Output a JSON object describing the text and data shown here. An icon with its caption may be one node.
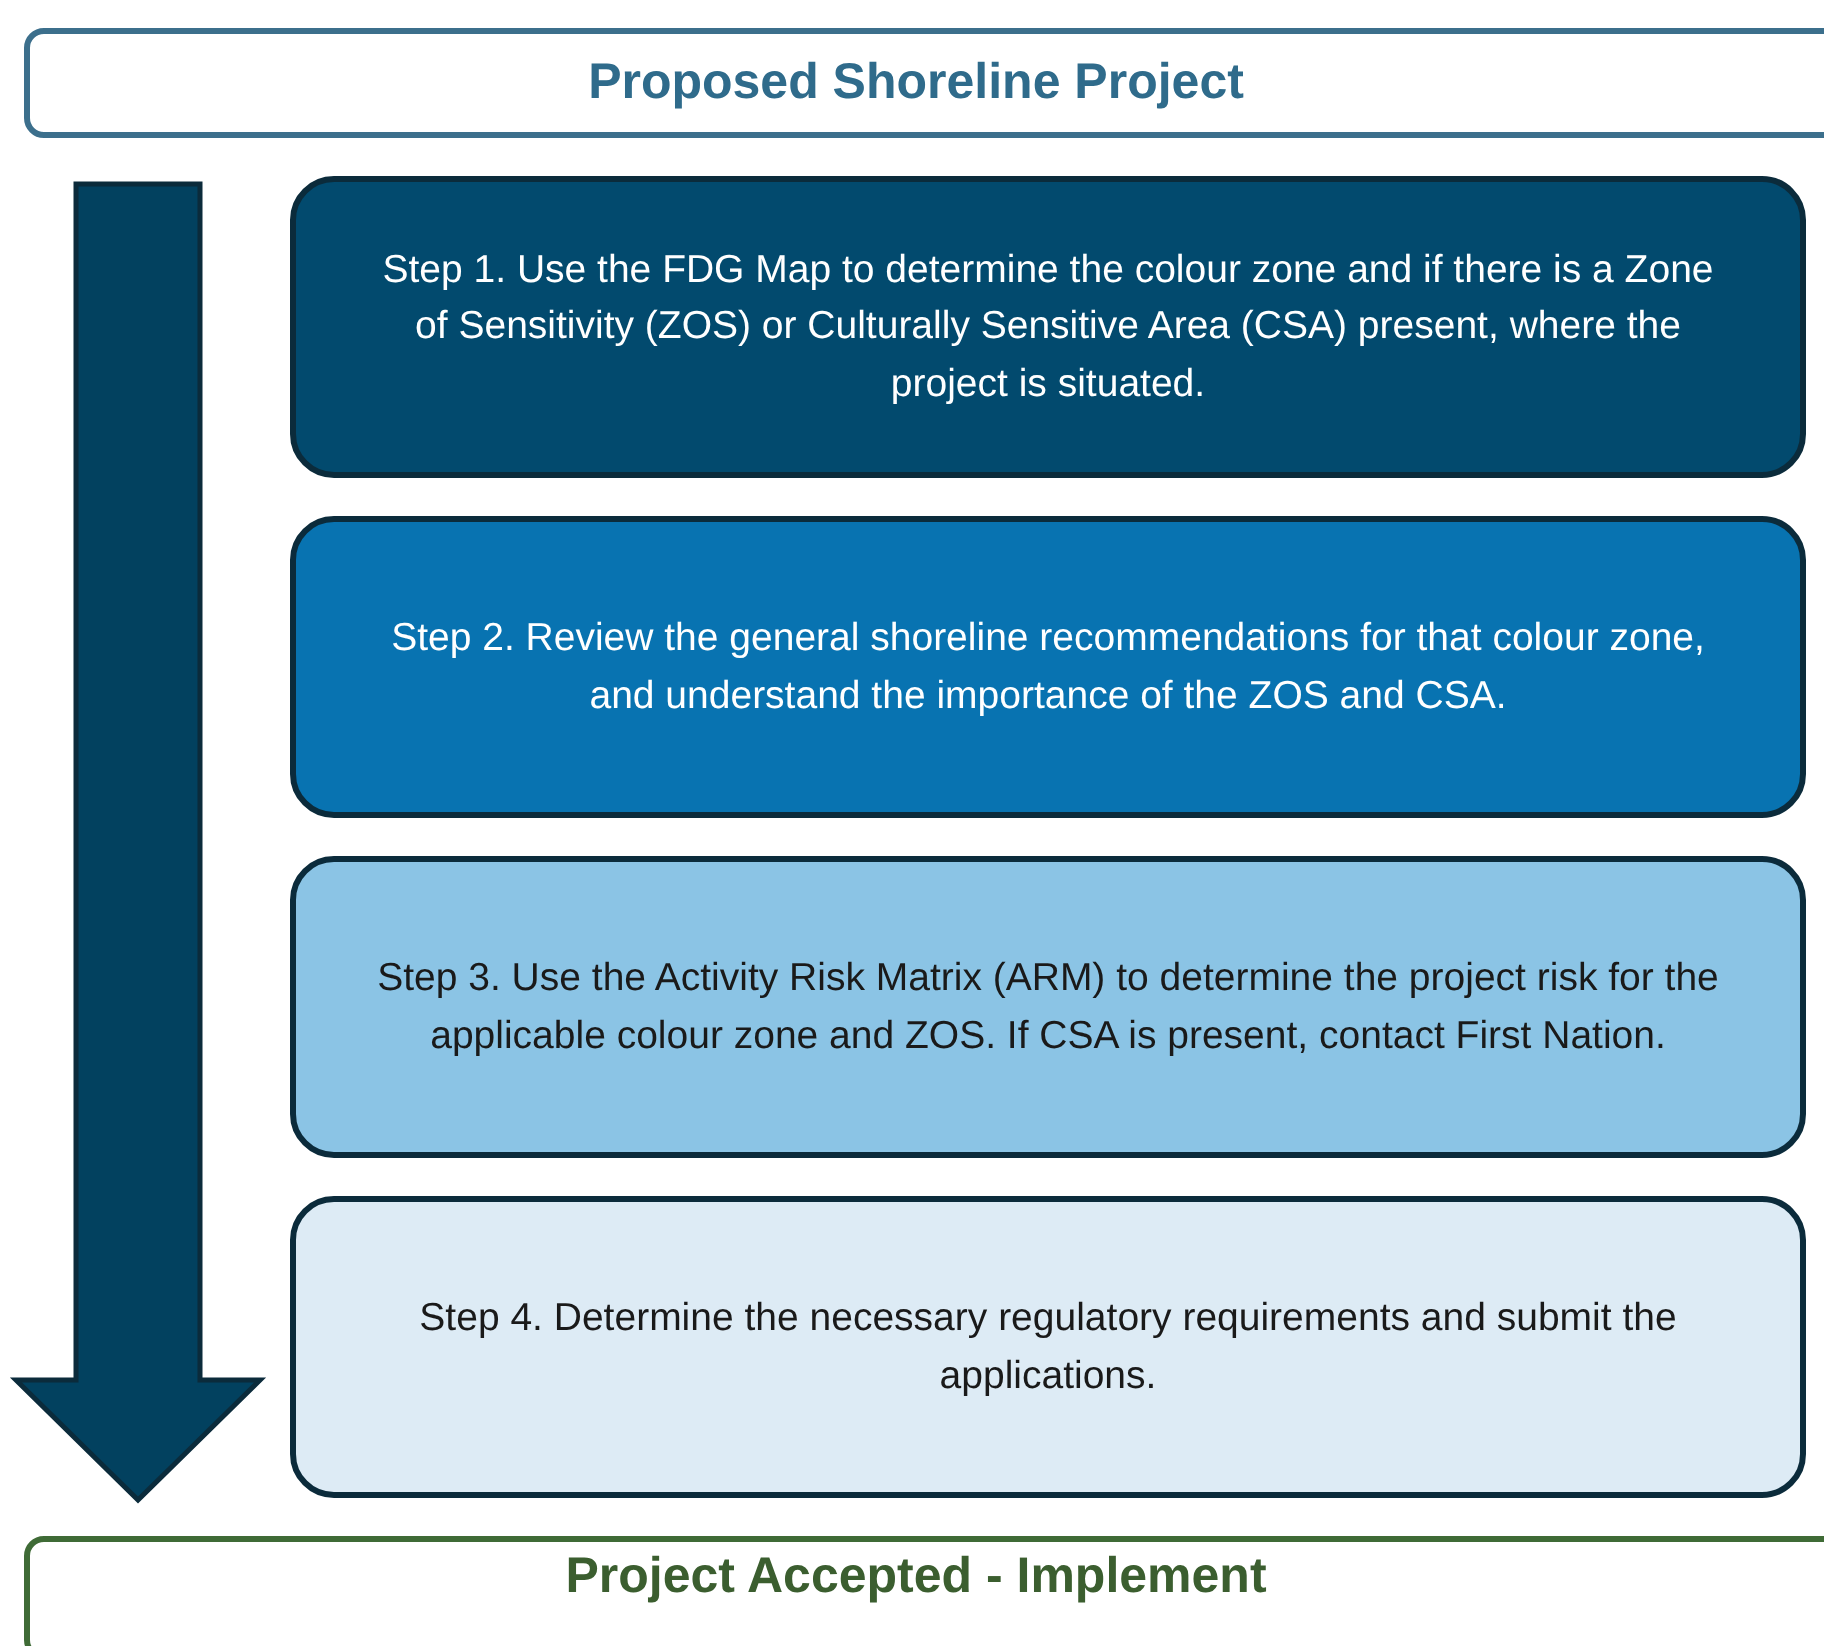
{
  "diagram": {
    "nodes": [
      {
        "text": [
          "Proposed Shoreline Project"
        ]
      },
      {
        "text": [
          "Step 1. Use the FDG Map to determine the colour zone and if there is a Zone of Sensitivity (ZOS) or Culturally Sensitive Area (CSA) present, where the project is situated."
        ]
      },
      {
        "text": [
          "Step 2. Review the general shoreline recommendations for that colour zone, and understand the importance of the ZOS and CSA."
        ]
      },
      {
        "text": [
          "Step 3. Use the Activity Risk Matrix (ARM) to determine the project risk for the applicable colour zone and ZOS. If CSA is present, contact First Nation."
        ]
      },
      {
        "text": [
          "Step 4. Determine the necessary regulatory requirements and submit the applications."
        ]
      },
      {
        "text": [
          "Project Accepted - Implement"
        ]
      }
    ],
    "edges": [
      {
        "from": 0,
        "to": 5,
        "arrow": "to",
        "style": "thick"
      }
    ]
  }
}
